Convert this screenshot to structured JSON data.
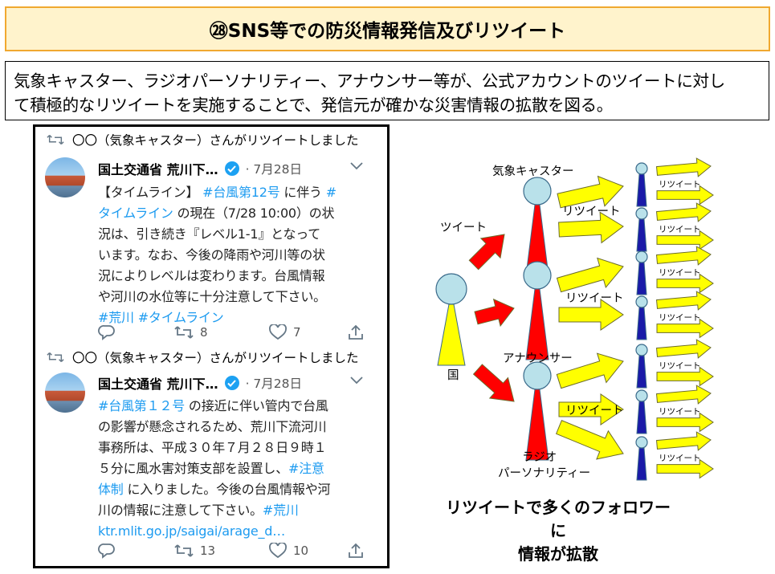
{
  "title": "㉘SNS等での防災情報発信及びリツイート",
  "summary": {
    "line1": "気象キャスター、ラジオパーソナリティー、アナウンサー等が、公式アカウントのツイートに対し",
    "line2": "て積極的なリツイートを実施することで、発信元が確かな災害情報の拡散を図る。"
  },
  "tweets": [
    {
      "retweeted_by": "〇〇（気象キャスター）さんがリツイートしました",
      "author": "国土交通省 荒川下…",
      "date": "· 7月28日",
      "body_lines": [
        [
          {
            "t": "【タイムライン】 ",
            "link": false
          },
          {
            "t": "#台風第12号",
            "link": true
          },
          {
            "t": " に伴う ",
            "link": false
          },
          {
            "t": "#",
            "link": true
          }
        ],
        [
          {
            "t": "タイムライン",
            "link": true
          },
          {
            "t": " の現在（7/28 10:00）の状",
            "link": false
          }
        ],
        [
          {
            "t": "況は、引き続き『レベル1-1』となって",
            "link": false
          }
        ],
        [
          {
            "t": "います。なお、今後の降雨や河川等の状",
            "link": false
          }
        ],
        [
          {
            "t": "況によりレベルは変わります。台風情報",
            "link": false
          }
        ],
        [
          {
            "t": "や河川の水位等に十分注意して下さい。",
            "link": false
          }
        ],
        [
          {
            "t": "#荒川 #タイムライン",
            "link": true
          }
        ]
      ],
      "retweet_count": "8",
      "like_count": "7"
    },
    {
      "retweeted_by": "〇〇（気象キャスター）さんがリツイートしました",
      "author": "国土交通省 荒川下…",
      "date": "· 7月28日",
      "body_lines": [
        [
          {
            "t": "#台風第１２号",
            "link": true
          },
          {
            "t": " の接近に伴い管内で台風",
            "link": false
          }
        ],
        [
          {
            "t": "の影響が懸念されるため、荒川下流河川",
            "link": false
          }
        ],
        [
          {
            "t": "事務所は、平成３０年７月２８日９時１",
            "link": false
          }
        ],
        [
          {
            "t": "５分に風水害対策支部を設置し、",
            "link": false
          },
          {
            "t": "#注意",
            "link": true
          }
        ],
        [
          {
            "t": "体制",
            "link": true
          },
          {
            "t": " に入りました。今後の台風情報や河",
            "link": false
          }
        ],
        [
          {
            "t": "川の情報に注意して下さい。",
            "link": false
          },
          {
            "t": "#荒川",
            "link": true
          }
        ],
        [
          {
            "t": "ktr.mlit.go.jp/saigai/arage_d…",
            "link": true
          }
        ]
      ],
      "retweet_count": "13",
      "like_count": "10"
    }
  ],
  "diagram": {
    "labels": {
      "country": "国",
      "tweet": "ツイート",
      "weather_caster": "気象キャスター",
      "announcer": "アナウンサー",
      "radio_line1": "ラジオ",
      "radio_line2": "パーソナリティー",
      "retweet": "リツイート"
    },
    "small_retweet_label": "リツイート",
    "colors": {
      "country_figure": "#ffff00",
      "influencer_figure": "#ff0000",
      "follower_figure": "#1a1aa8",
      "head": "#b9e1ea",
      "arrow_red": "#ff0000",
      "arrow_yellow": "#ffff00"
    }
  },
  "caption": {
    "line1": "リツイートで多くのフォロワーに",
    "line2": "情報が拡散"
  }
}
